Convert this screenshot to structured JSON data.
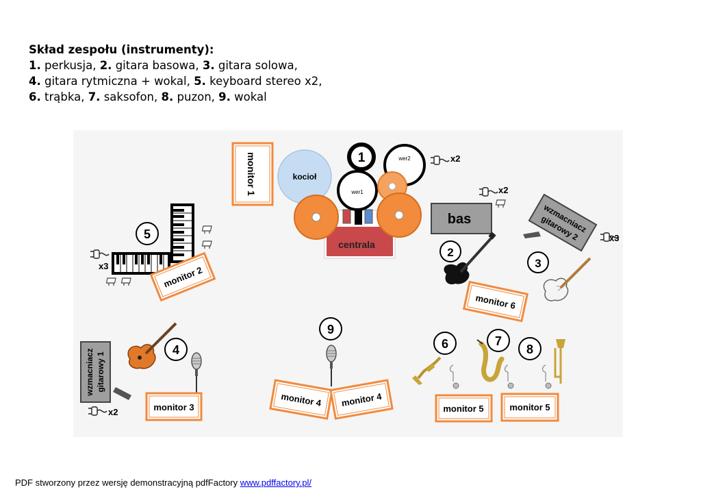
{
  "header": {
    "title": "Skład zespołu (instrumenty):",
    "line1": [
      {
        "n": "1.",
        "t": " perkusja, "
      },
      {
        "n": "2.",
        "t": " gitara basowa, "
      },
      {
        "n": "3.",
        "t": " gitara solowa,"
      }
    ],
    "line2": [
      {
        "n": "4.",
        "t": " gitara rytmiczna + wokal, "
      },
      {
        "n": "5.",
        "t": " keyboard stereo x2,"
      }
    ],
    "line3": [
      {
        "n": "6.",
        "t": " trąbka, "
      },
      {
        "n": "7.",
        "t": " saksofon, "
      },
      {
        "n": "8.",
        "t": " puzon, "
      },
      {
        "n": "9.",
        "t": " wokal"
      }
    ]
  },
  "stage": {
    "drums": {
      "number": "1",
      "kociol": "kocioł",
      "wer1": "wer1",
      "wer2": "wer2",
      "centrala": "centrala"
    },
    "numbers": {
      "n2": "2",
      "n3": "3",
      "n4": "4",
      "n5": "5",
      "n6": "6",
      "n7": "7",
      "n8": "8",
      "n9": "9"
    },
    "bas_label": "bas",
    "amp1_line1": "wzmacniacz",
    "amp1_line2": "gitarowy 1",
    "amp2_line1": "wzmacniacz",
    "amp2_line2": "gitarowy 2",
    "monitors": {
      "m1": "monitor 1",
      "m2": "monitor 2",
      "m3": "monitor 3",
      "m4": "monitor 4",
      "m5": "monitor 5",
      "m6": "monitor 6"
    },
    "multipliers": {
      "x2_drums": "x2",
      "x2_bas": "x2",
      "x3_amp2": "x3",
      "x3_keys": "x3",
      "x2_amp1": "x2"
    }
  },
  "footer": {
    "text": "PDF stworzony przez wersję demonstracyjną pdfFactory ",
    "link": "www.pdffactory.pl/"
  },
  "colors": {
    "orange": "#f28c3c",
    "monitor_border": "#f08a3e",
    "centrala": "#c8484c",
    "kociol": "#c6dcf3",
    "amp_gray": "#9e9e9e"
  }
}
